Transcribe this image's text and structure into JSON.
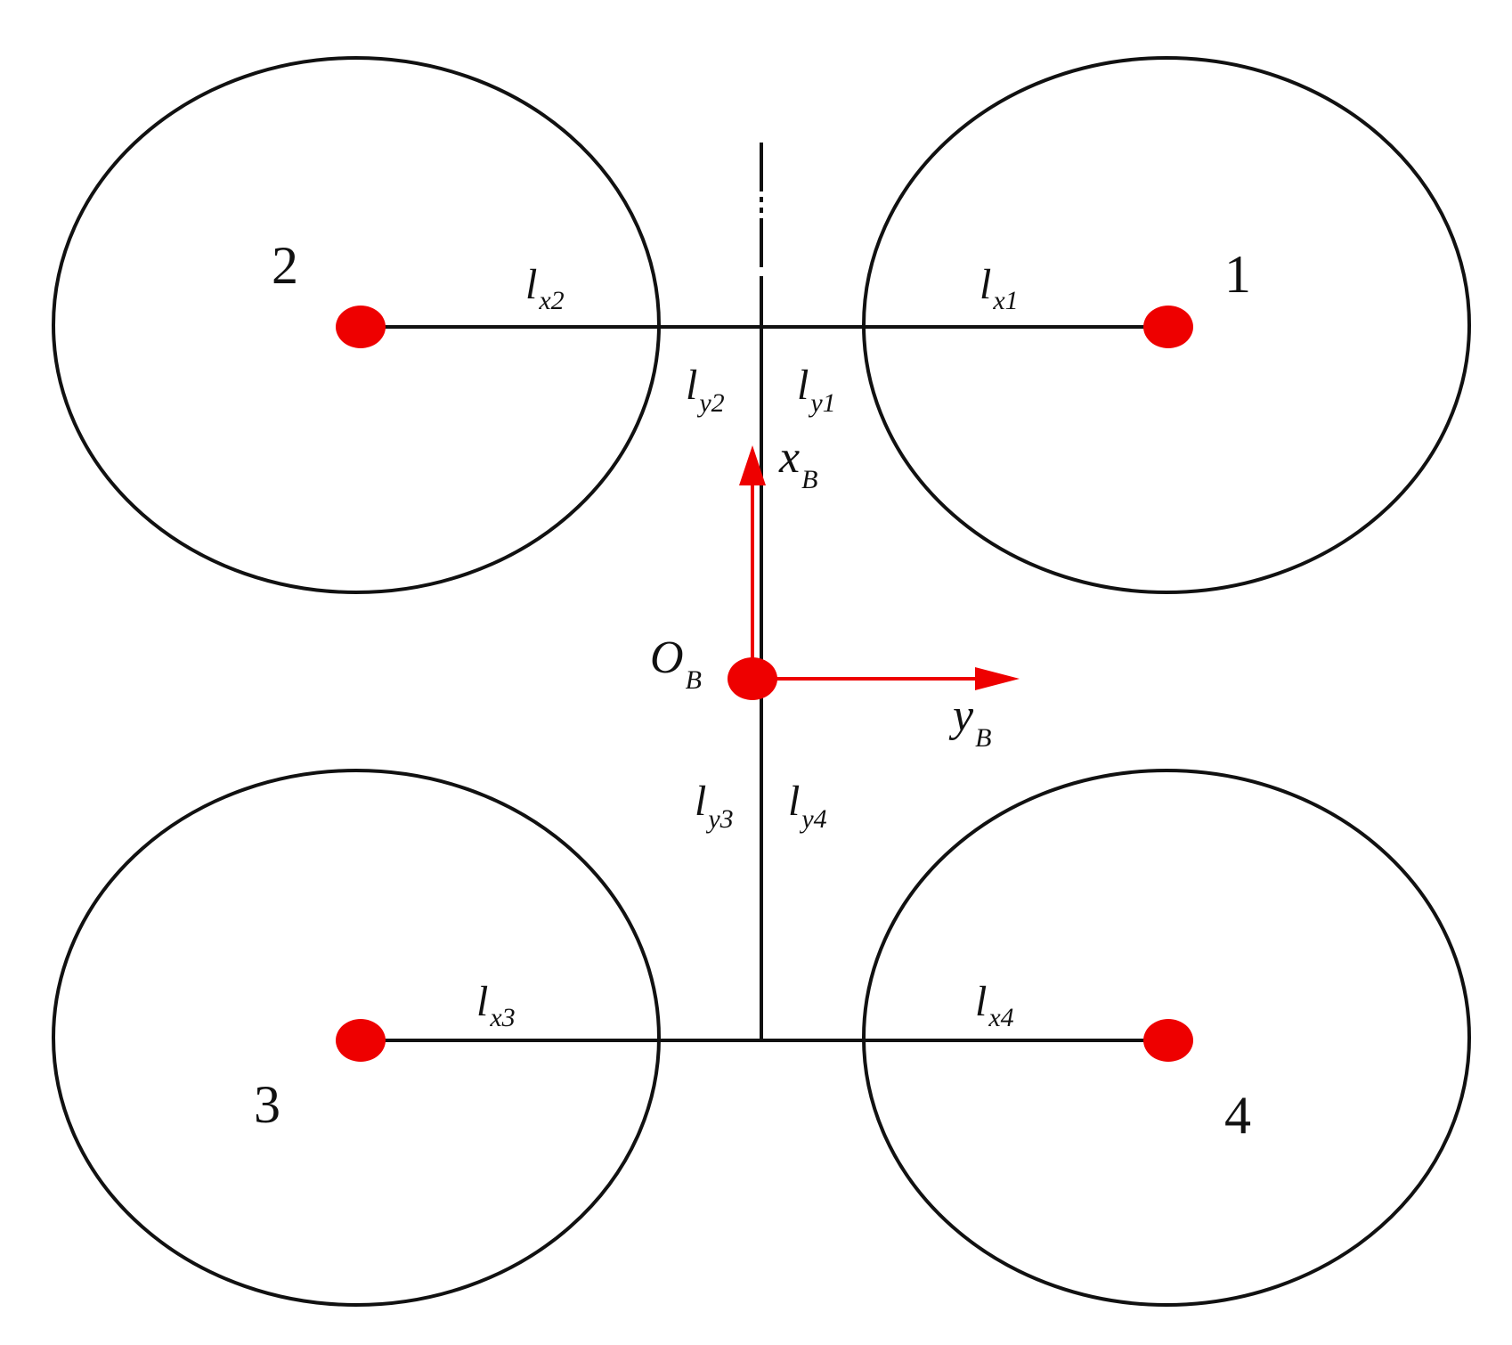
{
  "rotors": [
    {
      "number": "1",
      "arm_label": "l",
      "arm_sub": "x1",
      "side_label": "l",
      "side_sub": "y1"
    },
    {
      "number": "2",
      "arm_label": "l",
      "arm_sub": "x2",
      "side_label": "l",
      "side_sub": "y2"
    },
    {
      "number": "3",
      "arm_label": "l",
      "arm_sub": "x3",
      "side_label": "l",
      "side_sub": "y3"
    },
    {
      "number": "4",
      "arm_label": "l",
      "arm_sub": "x4",
      "side_label": "l",
      "side_sub": "y4"
    }
  ],
  "axes": {
    "origin": {
      "main": "O",
      "sub": "B"
    },
    "x": {
      "main": "x",
      "sub": "B"
    },
    "y": {
      "main": "y",
      "sub": "B"
    }
  },
  "colors": {
    "axis": "#ee0000",
    "point": "#ee0000",
    "structure": "#111111"
  }
}
